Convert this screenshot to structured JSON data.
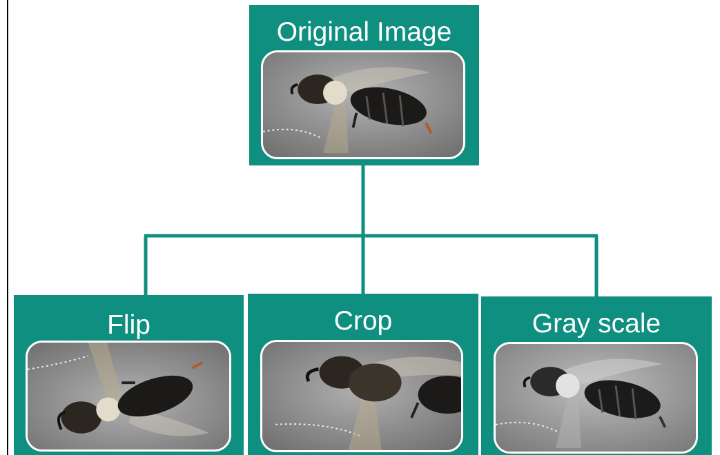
{
  "diagram": {
    "root": {
      "label": "Original Image",
      "image": "bee-photo-original"
    },
    "children": [
      {
        "label": "Flip",
        "image": "bee-photo-flipped"
      },
      {
        "label": "Crop",
        "image": "bee-photo-cropped"
      },
      {
        "label": "Gray scale",
        "image": "bee-photo-grayscale"
      }
    ],
    "colors": {
      "box": "#0f8f7f",
      "connector": "#0f8f7f",
      "text": "#ffffff",
      "thumb_border": "#ffffff"
    }
  }
}
